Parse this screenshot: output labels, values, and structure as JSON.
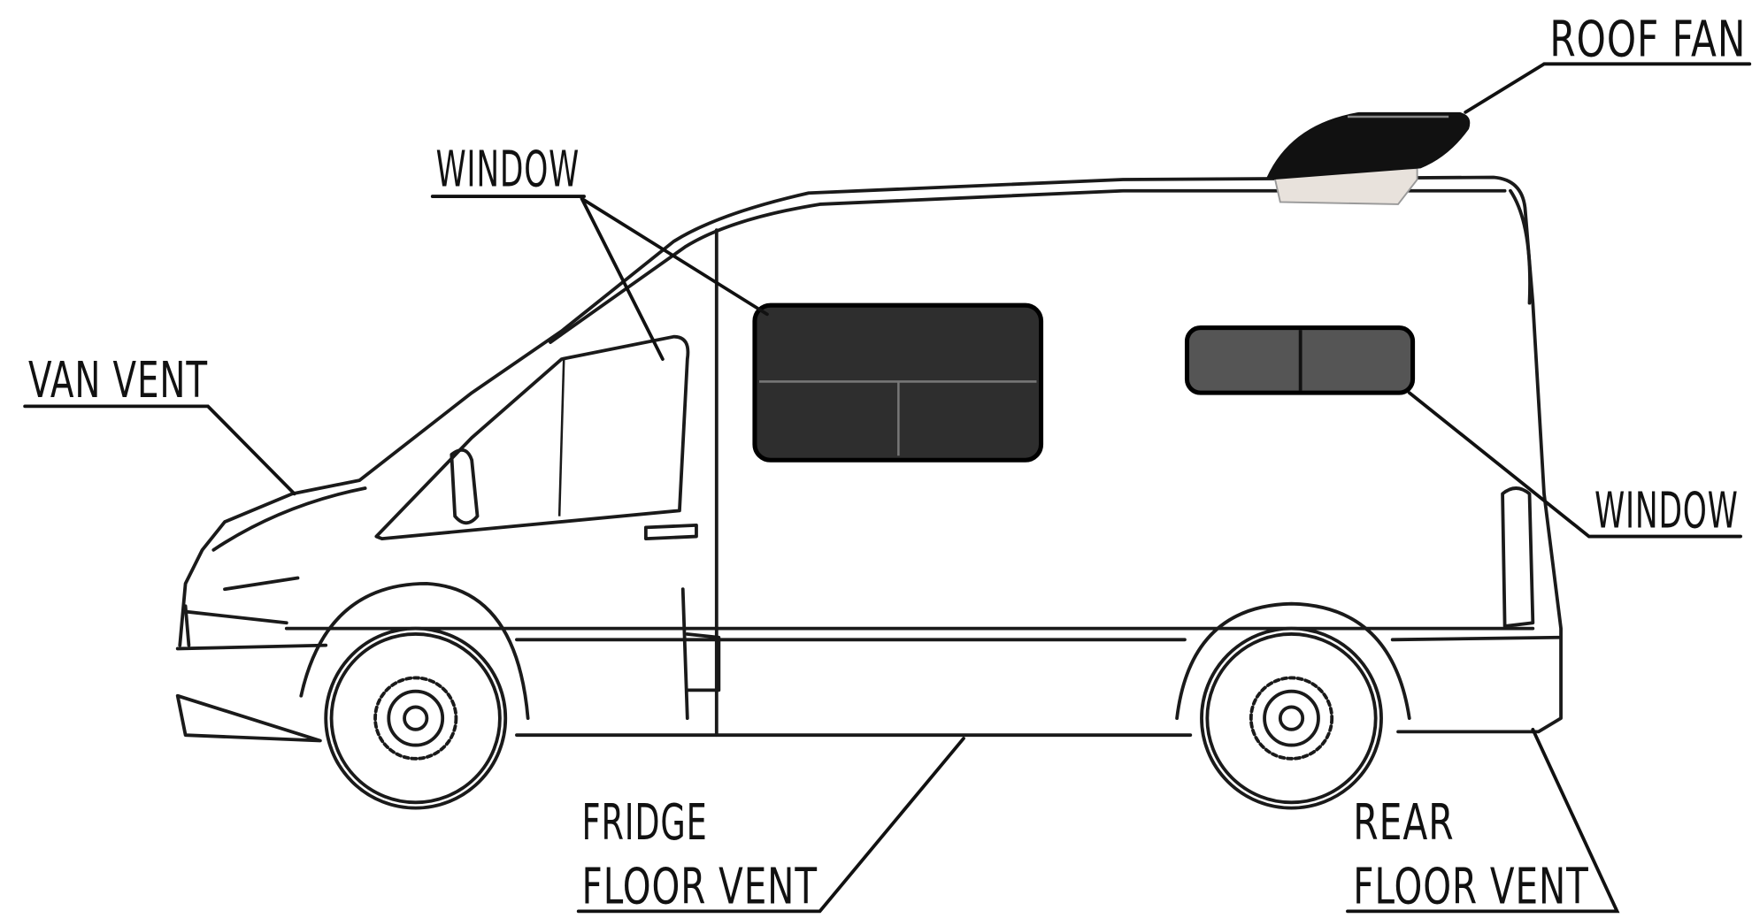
{
  "labels": {
    "roof_fan": "ROOF FAN",
    "window_front": "WINDOW",
    "van_vent": "VAN VENT",
    "window_rear": "WINDOW",
    "fridge_vent_line1": "FRIDGE",
    "fridge_vent_line2": "FLOOR VENT",
    "rear_vent_line1": "REAR",
    "rear_vent_line2": "FLOOR VENT"
  },
  "colors": {
    "window_fill": "#2e2e2e",
    "rear_window_fill": "#555555",
    "fan_top": "#111111",
    "fan_base": "#e8e2dc"
  }
}
